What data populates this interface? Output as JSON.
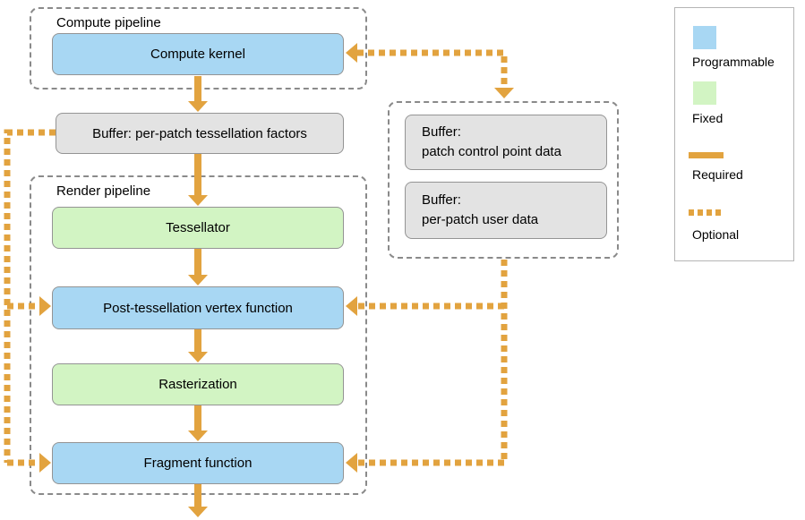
{
  "colors": {
    "programmable": "#a8d7f3",
    "fixed": "#d2f4c3",
    "buffer": "#e3e3e3",
    "connector": "#e2a33f",
    "container-border": "#8a8a8a",
    "node-border": "#949494"
  },
  "compute_pipeline": {
    "title": "Compute pipeline",
    "kernel": "Compute kernel"
  },
  "tess_factors_buffer": "Buffer: per-patch tessellation factors",
  "render_pipeline": {
    "title": "Render pipeline",
    "tessellator": "Tessellator",
    "post_tessellation_vertex": "Post-tessellation vertex function",
    "rasterization": "Rasterization",
    "fragment": "Fragment function"
  },
  "patch_buffers": {
    "control_point": {
      "line1": "Buffer:",
      "line2": "patch control point data"
    },
    "user_data": {
      "line1": "Buffer:",
      "line2": "per-patch user data"
    }
  },
  "legend": {
    "programmable": "Programmable",
    "fixed": "Fixed",
    "required": "Required",
    "optional": "Optional"
  }
}
